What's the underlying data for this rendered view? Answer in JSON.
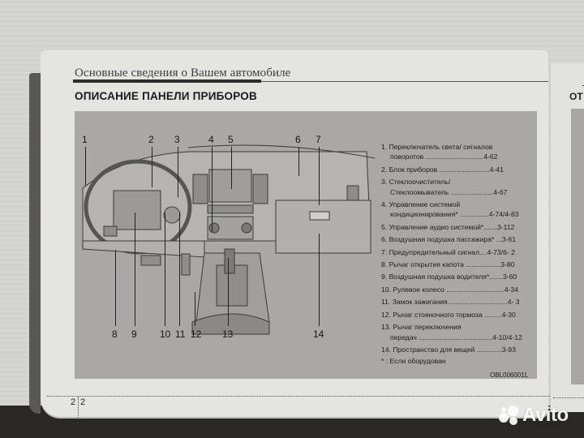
{
  "page": {
    "running_head": "Основные сведения о Вашем автомобиле",
    "section_title": "ОПИСАНИЕ ПАНЕЛИ ПРИБОРОВ",
    "page_number_chapter": "2",
    "page_number_page": "2",
    "figure_code": "OBL006001L",
    "next_page_title_fragment": "ОТ"
  },
  "figure": {
    "top_callouts": [
      "1",
      "2",
      "3",
      "4",
      "5",
      "6",
      "7"
    ],
    "bottom_callouts": [
      "8",
      "9",
      "10",
      "11",
      "12",
      "13",
      "14"
    ]
  },
  "legend": {
    "items": [
      {
        "num": "1.",
        "lines": [
          "Переключатель света/ сигналов",
          "поворотов ..............................4-62"
        ]
      },
      {
        "num": "2.",
        "lines": [
          "Блок приборов ..........................4-41"
        ]
      },
      {
        "num": "3.",
        "lines": [
          "Стеклоочиститель/",
          "Стеклоомыватель ......................4-67"
        ]
      },
      {
        "num": "4.",
        "lines": [
          "Управление системой",
          "кондиционирования* ...............4-74/4-83"
        ]
      },
      {
        "num": "5.",
        "lines": [
          "Управление аудио системой*.......3-112"
        ]
      },
      {
        "num": "6.",
        "lines": [
          "Воздушная подушка пассажира* ...3-61"
        ]
      },
      {
        "num": "7.",
        "lines": [
          "Предупредительный сигнал....4-73/6- 2"
        ]
      },
      {
        "num": "8.",
        "lines": [
          "Рычаг открытия капота ..................3-80"
        ]
      },
      {
        "num": "9.",
        "lines": [
          "Воздушная подушка водителя*.......3-60"
        ]
      },
      {
        "num": "10.",
        "lines": [
          "Рулевое колесо ..............................4-34"
        ]
      },
      {
        "num": "11.",
        "lines": [
          "Замок зажигания...............................4- 3"
        ]
      },
      {
        "num": "12.",
        "lines": [
          "Рычаг стояночного тормоза .........4-30"
        ]
      },
      {
        "num": "13.",
        "lines": [
          "Рычаг переключения",
          "передач ......................................4-10/4-12"
        ]
      },
      {
        "num": "14.",
        "lines": [
          "Пространство для вещей .............3-93"
        ]
      }
    ],
    "footnote": "* : Если оборудован"
  },
  "watermark": {
    "text": "Avito"
  },
  "colors": {
    "page": "#e4e4e1",
    "figure_bg": "#a9a8a6",
    "text": "#1c1c1c",
    "background_table": "#d4d5d3"
  }
}
